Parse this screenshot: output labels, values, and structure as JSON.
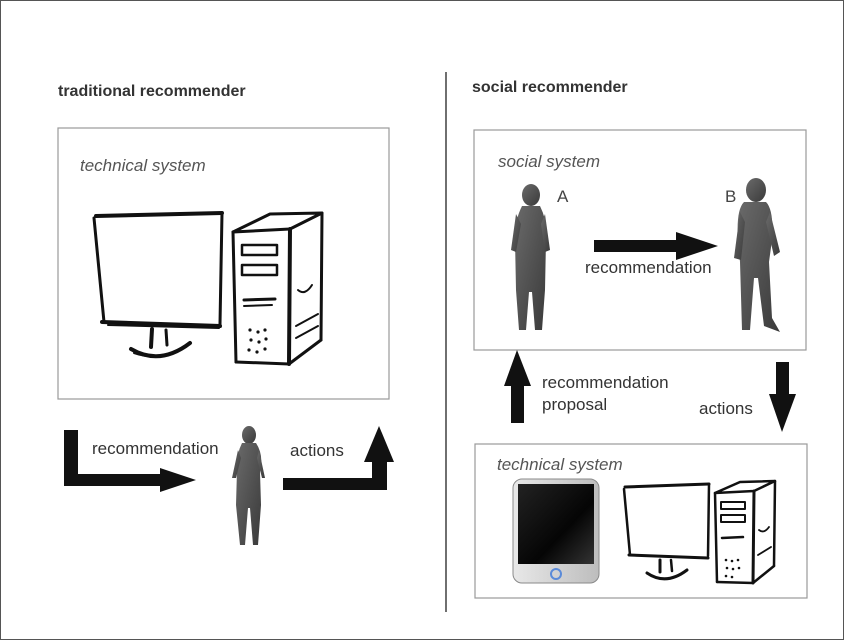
{
  "left": {
    "heading": "traditional recommender",
    "box_title": "technical system",
    "recommendation": "recommendation",
    "actions": "actions"
  },
  "right": {
    "heading": "social recommender",
    "social_box_title": "social system",
    "person_a": "A",
    "person_b": "B",
    "recommendation": "recommendation",
    "proposal_line1": "recommendation",
    "proposal_line2": "proposal",
    "actions": "actions",
    "technical_box_title": "technical system"
  },
  "colors": {
    "box_border": "#9a9a9a",
    "silhouette": "#4d4d4d",
    "arrow": "#111111",
    "tablet_button": "#5b8bd9"
  }
}
